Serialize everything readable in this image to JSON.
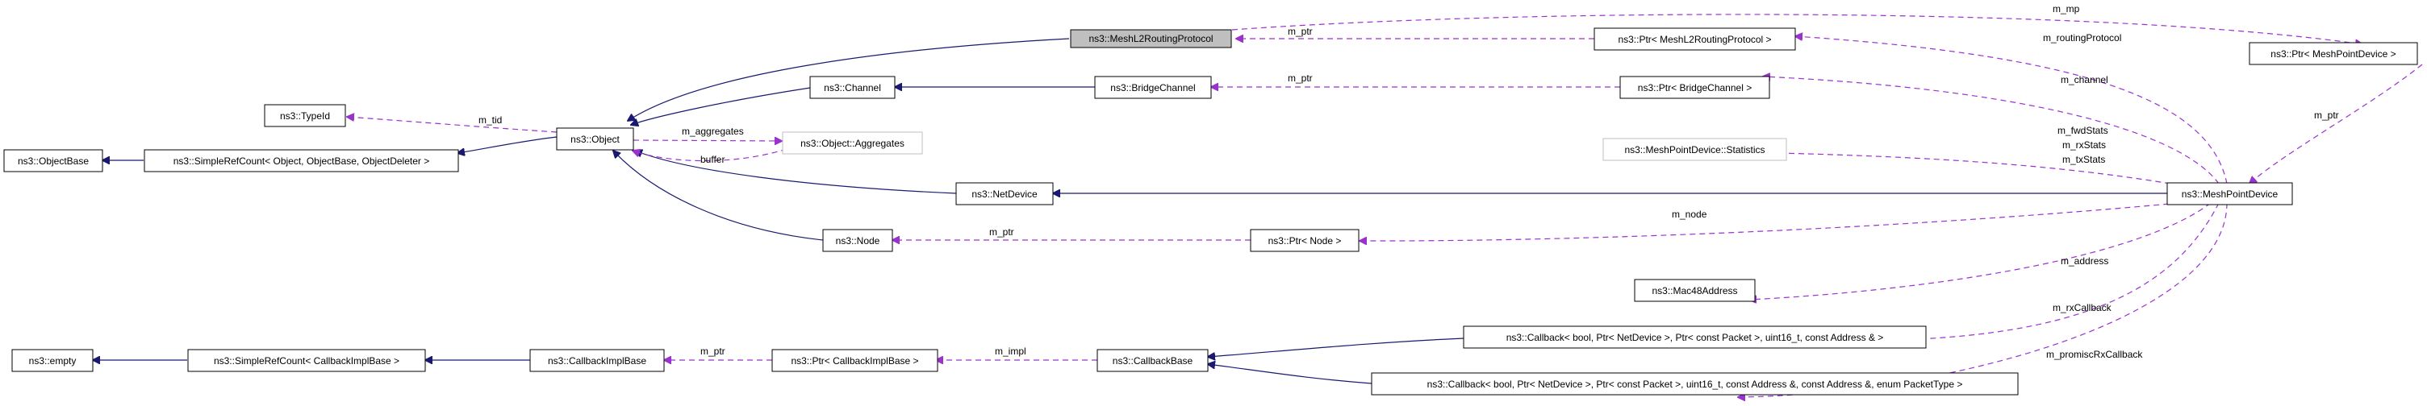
{
  "nodes": {
    "mesh_l2": "ns3::MeshL2RoutingProtocol",
    "object": "ns3::Object",
    "typeid": "ns3::TypeId",
    "objectbase": "ns3::ObjectBase",
    "simplerefcount_object": "ns3::SimpleRefCount< Object, ObjectBase, ObjectDeleter >",
    "aggregates": "ns3::Object::Aggregates",
    "channel": "ns3::Channel",
    "bridgechannel": "ns3::BridgeChannel",
    "netdevice": "ns3::NetDevice",
    "node": "ns3::Node",
    "ptr_meshl2": "ns3::Ptr< MeshL2RoutingProtocol >",
    "ptr_bridgechannel": "ns3::Ptr< BridgeChannel >",
    "statistics": "ns3::MeshPointDevice::Statistics",
    "ptr_node": "ns3::Ptr< Node >",
    "mac48": "ns3::Mac48Address",
    "ptr_meshpointdevice": "ns3::Ptr< MeshPointDevice >",
    "meshpointdevice": "ns3::MeshPointDevice",
    "empty": "ns3::empty",
    "simplerefcount_callback": "ns3::SimpleRefCount< CallbackImplBase >",
    "callbackimplbase": "ns3::CallbackImplBase",
    "ptr_callbackimplbase": "ns3::Ptr< CallbackImplBase >",
    "callbackbase": "ns3::CallbackBase",
    "callback1": "ns3::Callback< bool, Ptr< NetDevice >, Ptr< const Packet >, uint16_t, const Address & >",
    "callback2": "ns3::Callback< bool, Ptr< NetDevice >, Ptr< const Packet >, uint16_t, const Address &, const Address &, enum PacketType >"
  },
  "edge_labels": {
    "m_tid": "m_tid",
    "m_aggregates": "m_aggregates",
    "buffer": "buffer",
    "m_ptr_l2": "m_ptr",
    "m_ptr_bridge": "m_ptr",
    "m_ptr_node": "m_ptr",
    "m_ptr_impl": "m_ptr",
    "m_ptr_mp": "m_ptr",
    "m_mp": "m_mp",
    "m_routingProtocol": "m_routingProtocol",
    "m_channel": "m_channel",
    "m_fwdStats": "m_fwdStats",
    "m_rxStats": "m_rxStats",
    "m_txStats": "m_txStats",
    "m_node": "m_node",
    "m_address": "m_address",
    "m_rxCallback": "m_rxCallback",
    "m_promiscRxCallback": "m_promiscRxCallback",
    "m_impl": "m_impl"
  },
  "colors": {
    "inheritance_edge": "#191970",
    "usage_edge": "#9a32cd",
    "focus_fill": "#bfbfbf"
  }
}
